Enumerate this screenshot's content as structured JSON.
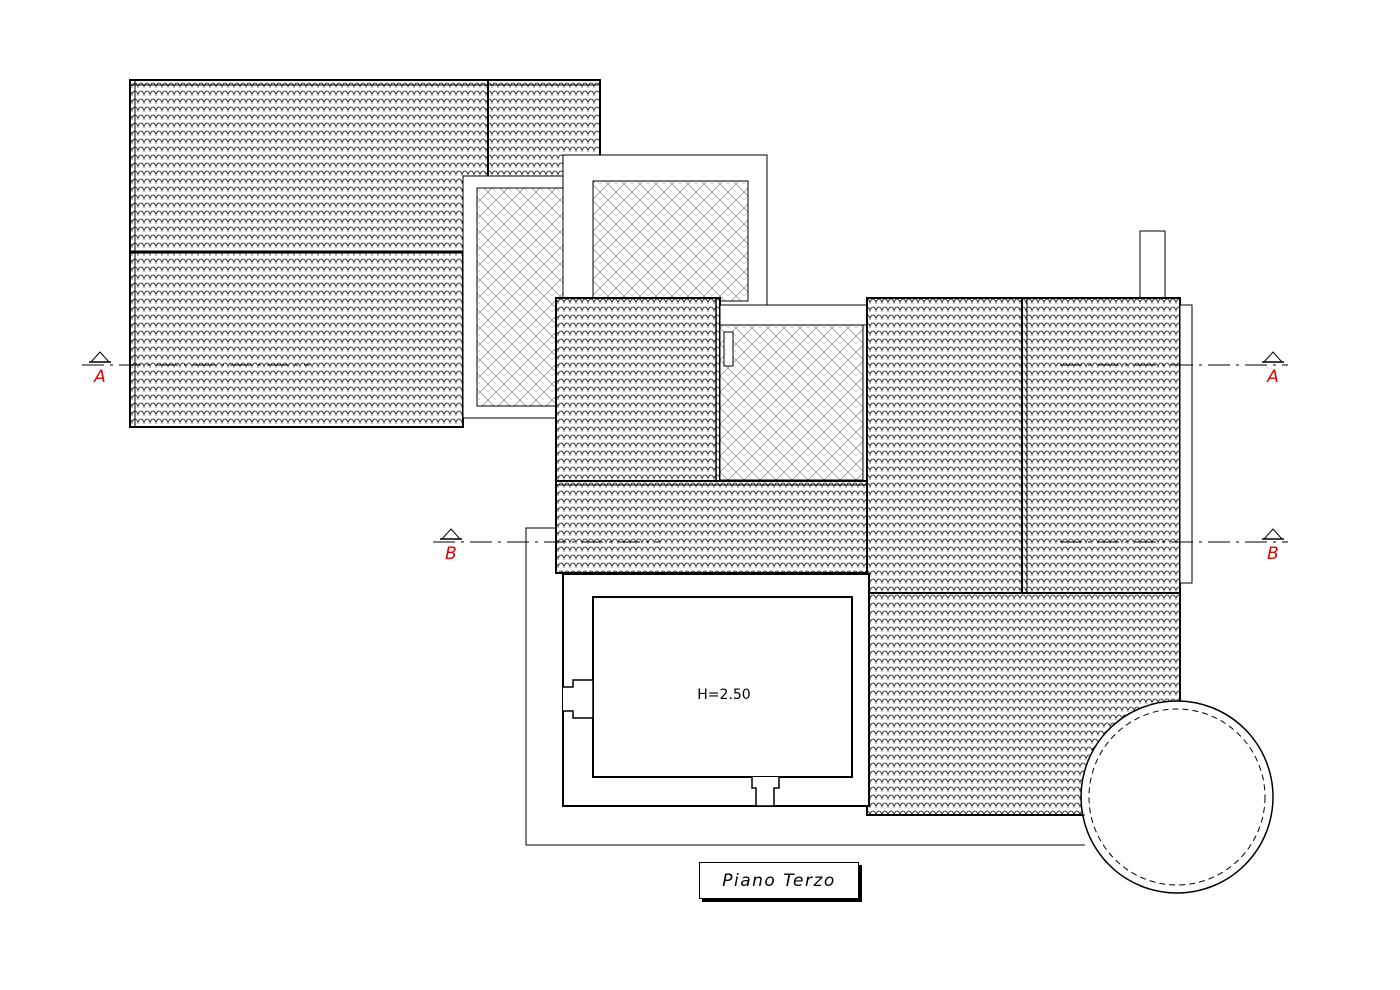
{
  "drawing": {
    "title": "Piano  Terzo",
    "height_label": "H=2.50"
  },
  "section_markers": {
    "a_left": "A",
    "a_right": "A",
    "b_left": "B",
    "b_right": "B"
  },
  "colors": {
    "line": "#000000",
    "section_label": "#e00000",
    "background": "#ffffff"
  }
}
